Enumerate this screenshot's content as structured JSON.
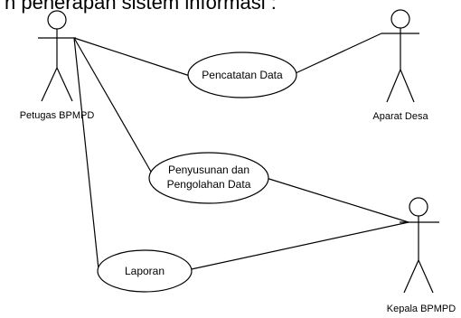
{
  "header_text": "n penerapan sistem informasi :",
  "actors": {
    "petugas": "Petugas BPMPD",
    "aparat": "Aparat Desa",
    "kepala": "Kepala BPMPD"
  },
  "use_cases": {
    "pencatatan": [
      "Pencatatan Data"
    ],
    "penyusunan": [
      "Penyusunan dan",
      "Pengolahan Data"
    ],
    "laporan": [
      "Laporan"
    ]
  }
}
